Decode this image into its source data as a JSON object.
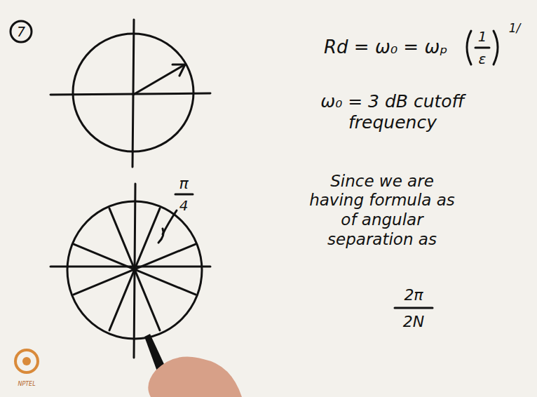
{
  "diagram": {
    "labels": [
      "7",
      "Rd = ω₀ = ωₚ",
      "1",
      "ε",
      "1/",
      "ω₀ = 3 dB cutoff frequency",
      "π",
      "4",
      "Since we are having formula as of angular separation as",
      "2π",
      "2N",
      "NPTEL"
    ]
  }
}
